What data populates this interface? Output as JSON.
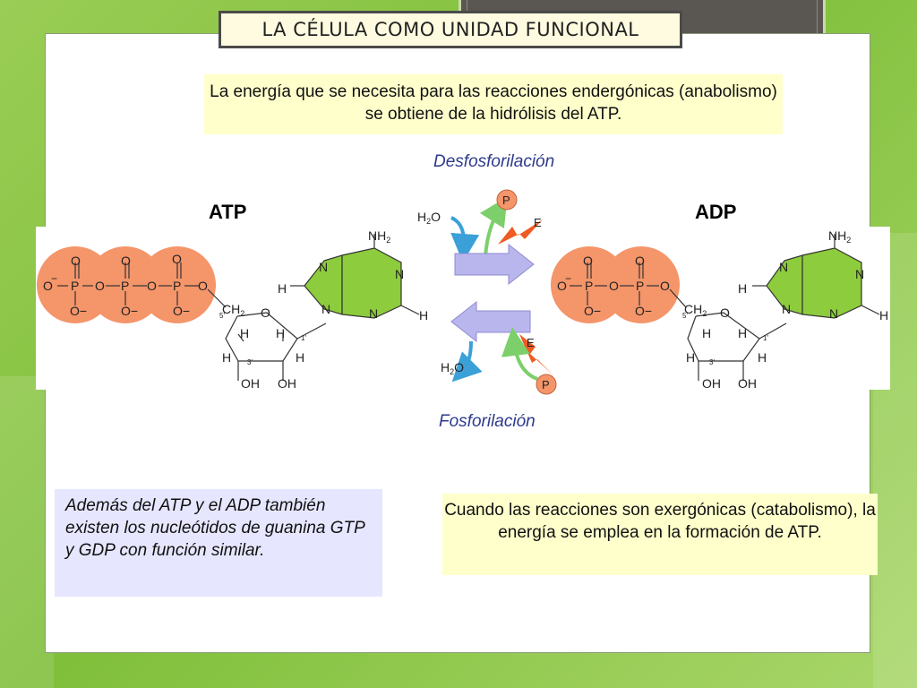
{
  "title": "LA CÉLULA COMO UNIDAD FUNCIONAL",
  "intro_note": "La energía que se necesita para las reacciones endergónicas (anabolismo) se obtiene de la hidrólisis del ATP.",
  "left_note": "Además del ATP y el ADP también existen los nucleótidos de guanina GTP y GDP con función similar.",
  "right_note": "Cuando las reacciones son exergónicas (catabolismo), la energía se emplea en la formación de ATP.",
  "diagram": {
    "top_process": "Desfosforilación",
    "bottom_process": "Fosforilación",
    "atp_label": "ATP",
    "adp_label": "ADP",
    "water": "H2O",
    "phosphate": "P",
    "energy": "E",
    "atoms": {
      "O": "O",
      "P": "P",
      "H": "H",
      "N": "N",
      "CH2": "CH2",
      "OH": "OH",
      "NH2": "NH2",
      "O_minus": "O−",
      "c5": "5'",
      "c3": "3'",
      "c1": "1'"
    }
  },
  "colors": {
    "phosphate_orange": "#f4956a",
    "adenine_green": "#8dcc3c",
    "arrow_lavender": "#b9b6ee",
    "note_yellow": "#ffffcc",
    "note_lavender": "#e6e6ff",
    "process_label": "#2e3a8c"
  }
}
